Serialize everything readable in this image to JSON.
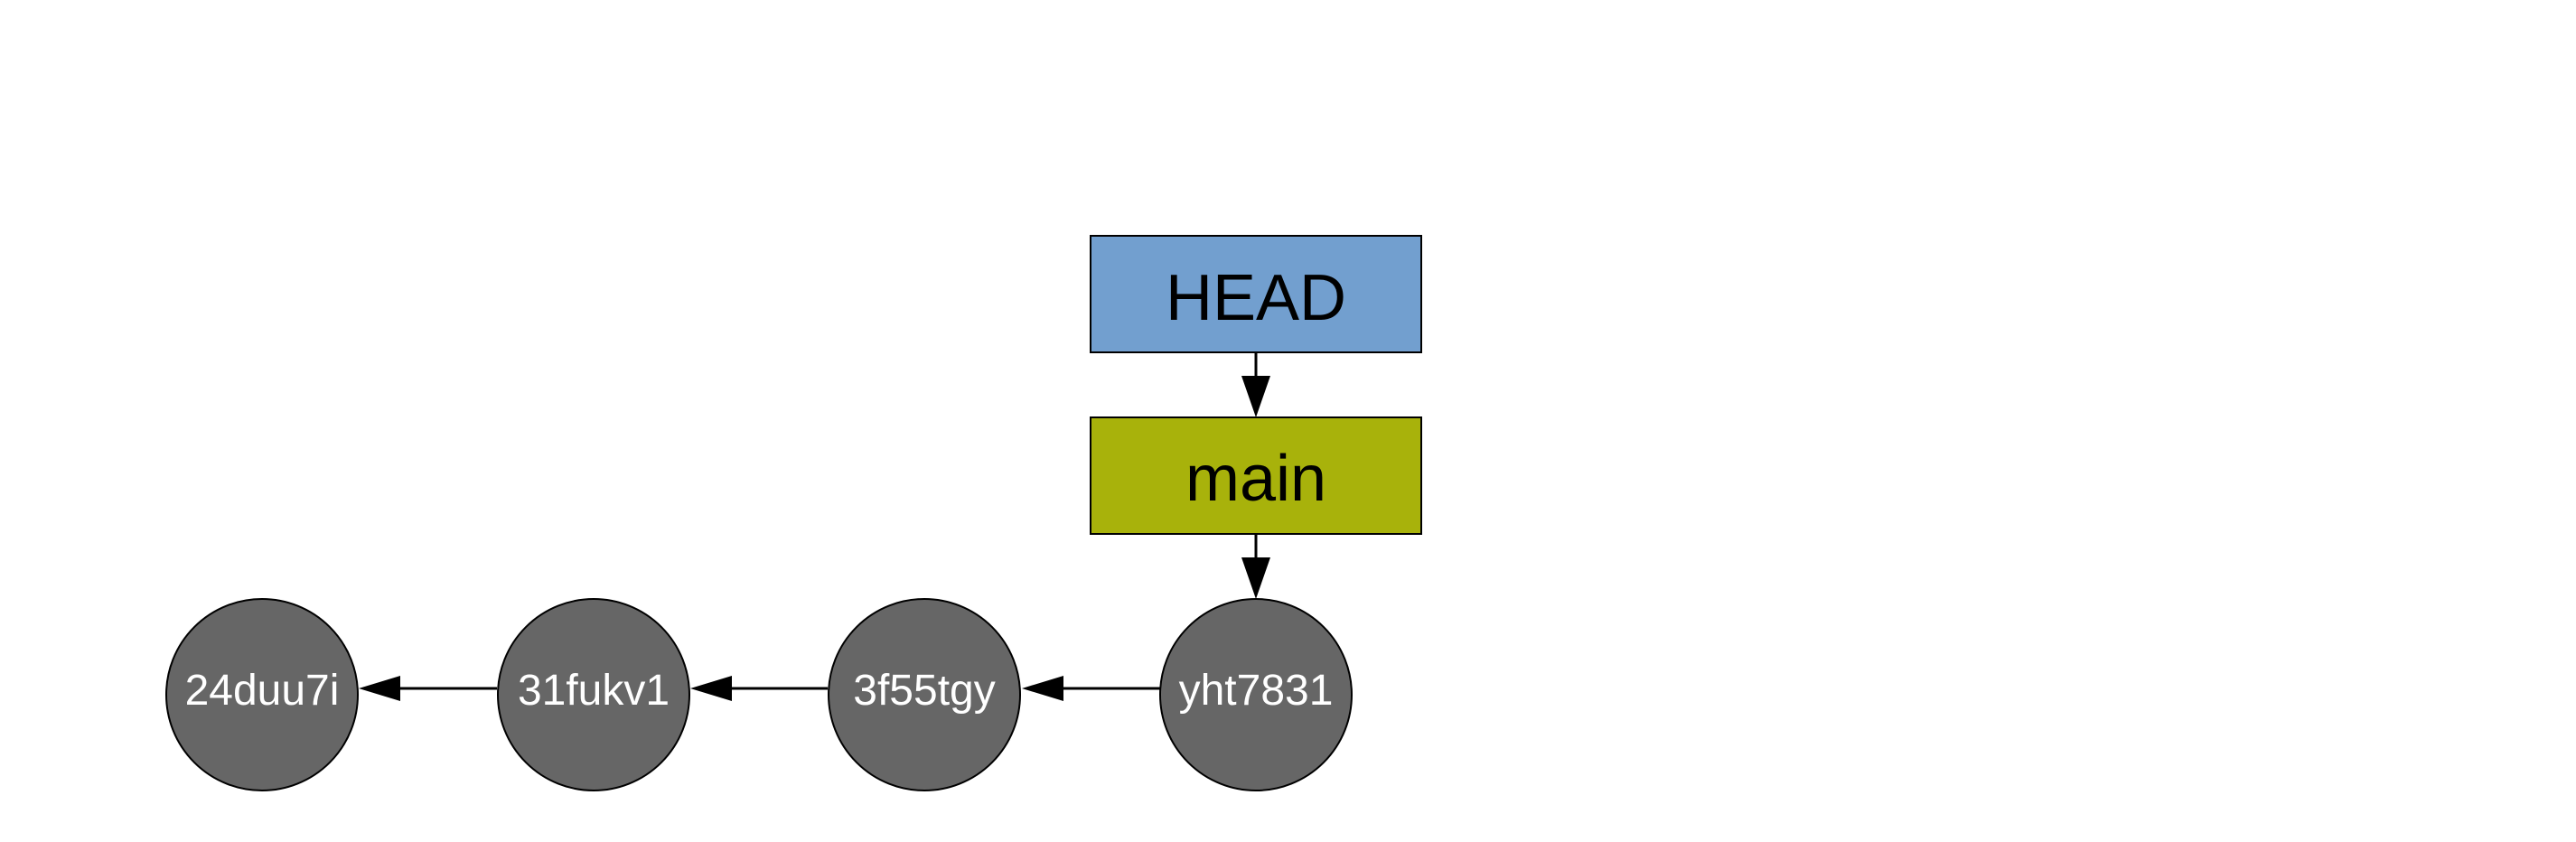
{
  "refs": {
    "head": {
      "label": "HEAD",
      "color": "#729fcf"
    },
    "branch": {
      "label": "main",
      "color": "#a8b20b"
    }
  },
  "commits": [
    {
      "id": "24duu7i"
    },
    {
      "id": "31fukv1"
    },
    {
      "id": "3f55tgy"
    },
    {
      "id": "yht7831"
    }
  ],
  "colors": {
    "commit_fill": "#666666",
    "stroke": "#000000",
    "commit_text": "#ffffff"
  }
}
